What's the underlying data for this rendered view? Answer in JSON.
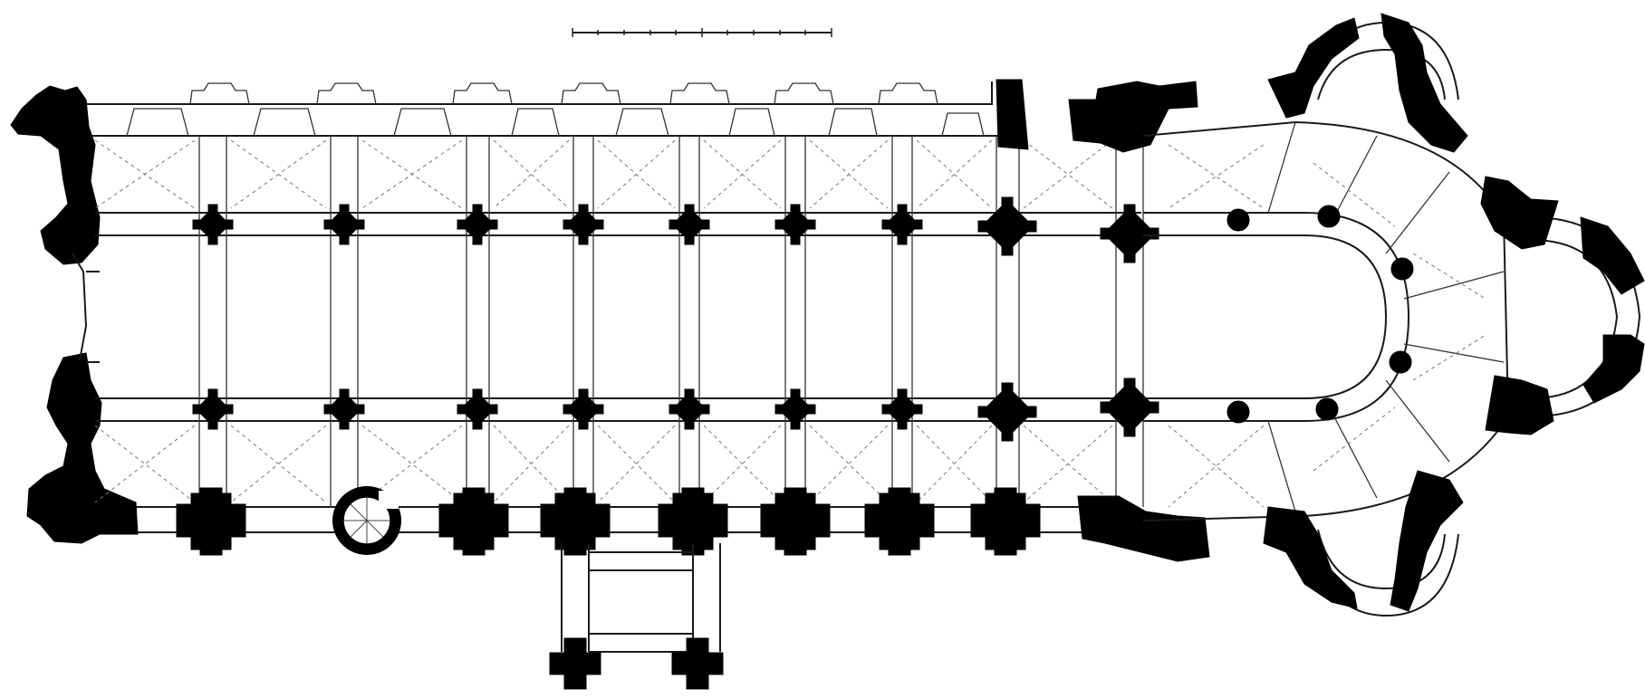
{
  "diagram": {
    "type": "architectural-floor-plan",
    "colors": {
      "background": "#ffffff",
      "wall_fill": "#000000",
      "line": "#1a1a1a",
      "vault_rib": "#777777"
    },
    "scale_bar": {
      "labels": []
    },
    "nave": {
      "bays": 8,
      "aisles": 2
    },
    "choir": {
      "radiating_chapels": 3
    }
  }
}
